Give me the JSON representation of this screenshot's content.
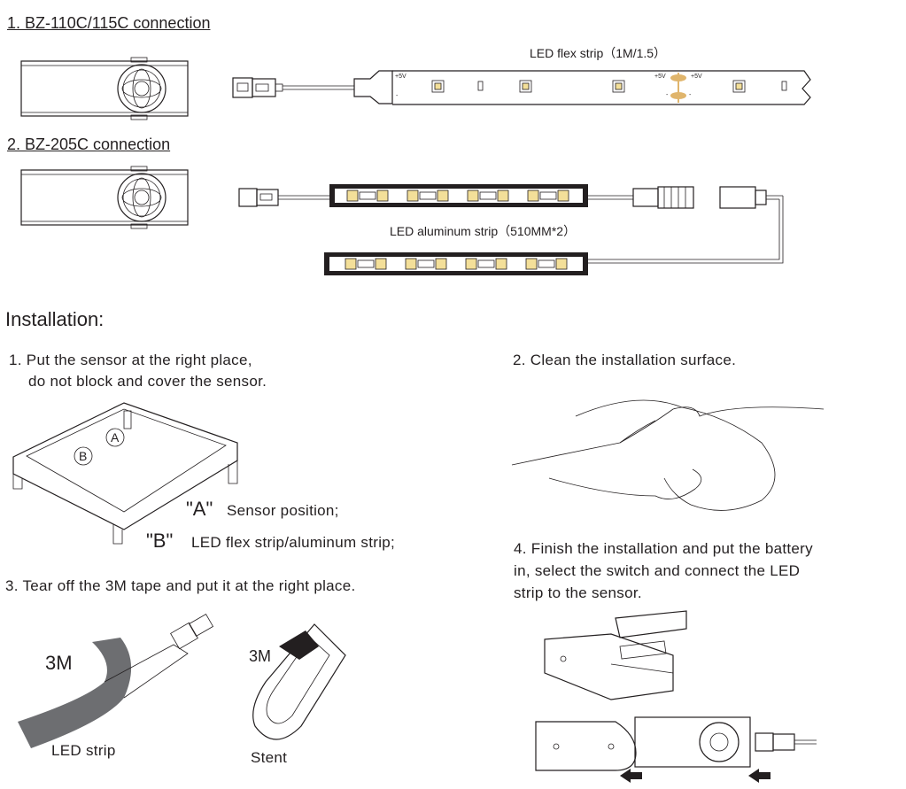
{
  "sections": {
    "one_title": "1.  BZ-110C/115C connection",
    "two_title": "2.  BZ-205C connection"
  },
  "labels": {
    "flex_strip": "LED flex strip（1M/1.5）",
    "aluminum_strip": "LED aluminum strip（510MM*2）",
    "plus5v": "+5V",
    "minus": "-"
  },
  "installation": {
    "heading": "Installation:",
    "step1_line1": "1. Put the sensor at the right place,",
    "step1_line2": "do not block and cover the sensor.",
    "step2": "2. Clean the installation surface.",
    "step3": "3. Tear off the 3M tape and put it at the right place.",
    "step4_line1": "4. Finish the installation and put the battery",
    "step4_line2": "in, select the switch and connect the LED",
    "step4_line3": "strip to the sensor.",
    "marker_a": "A",
    "marker_b": "B",
    "a_quote": "\"A\"",
    "a_text": "Sensor position;",
    "b_quote": "\"B\"",
    "b_text": "LED flex strip/aluminum strip;",
    "tape_3m": "3M",
    "led_strip": "LED strip",
    "stent_3m": "3M",
    "stent": "Stent"
  }
}
